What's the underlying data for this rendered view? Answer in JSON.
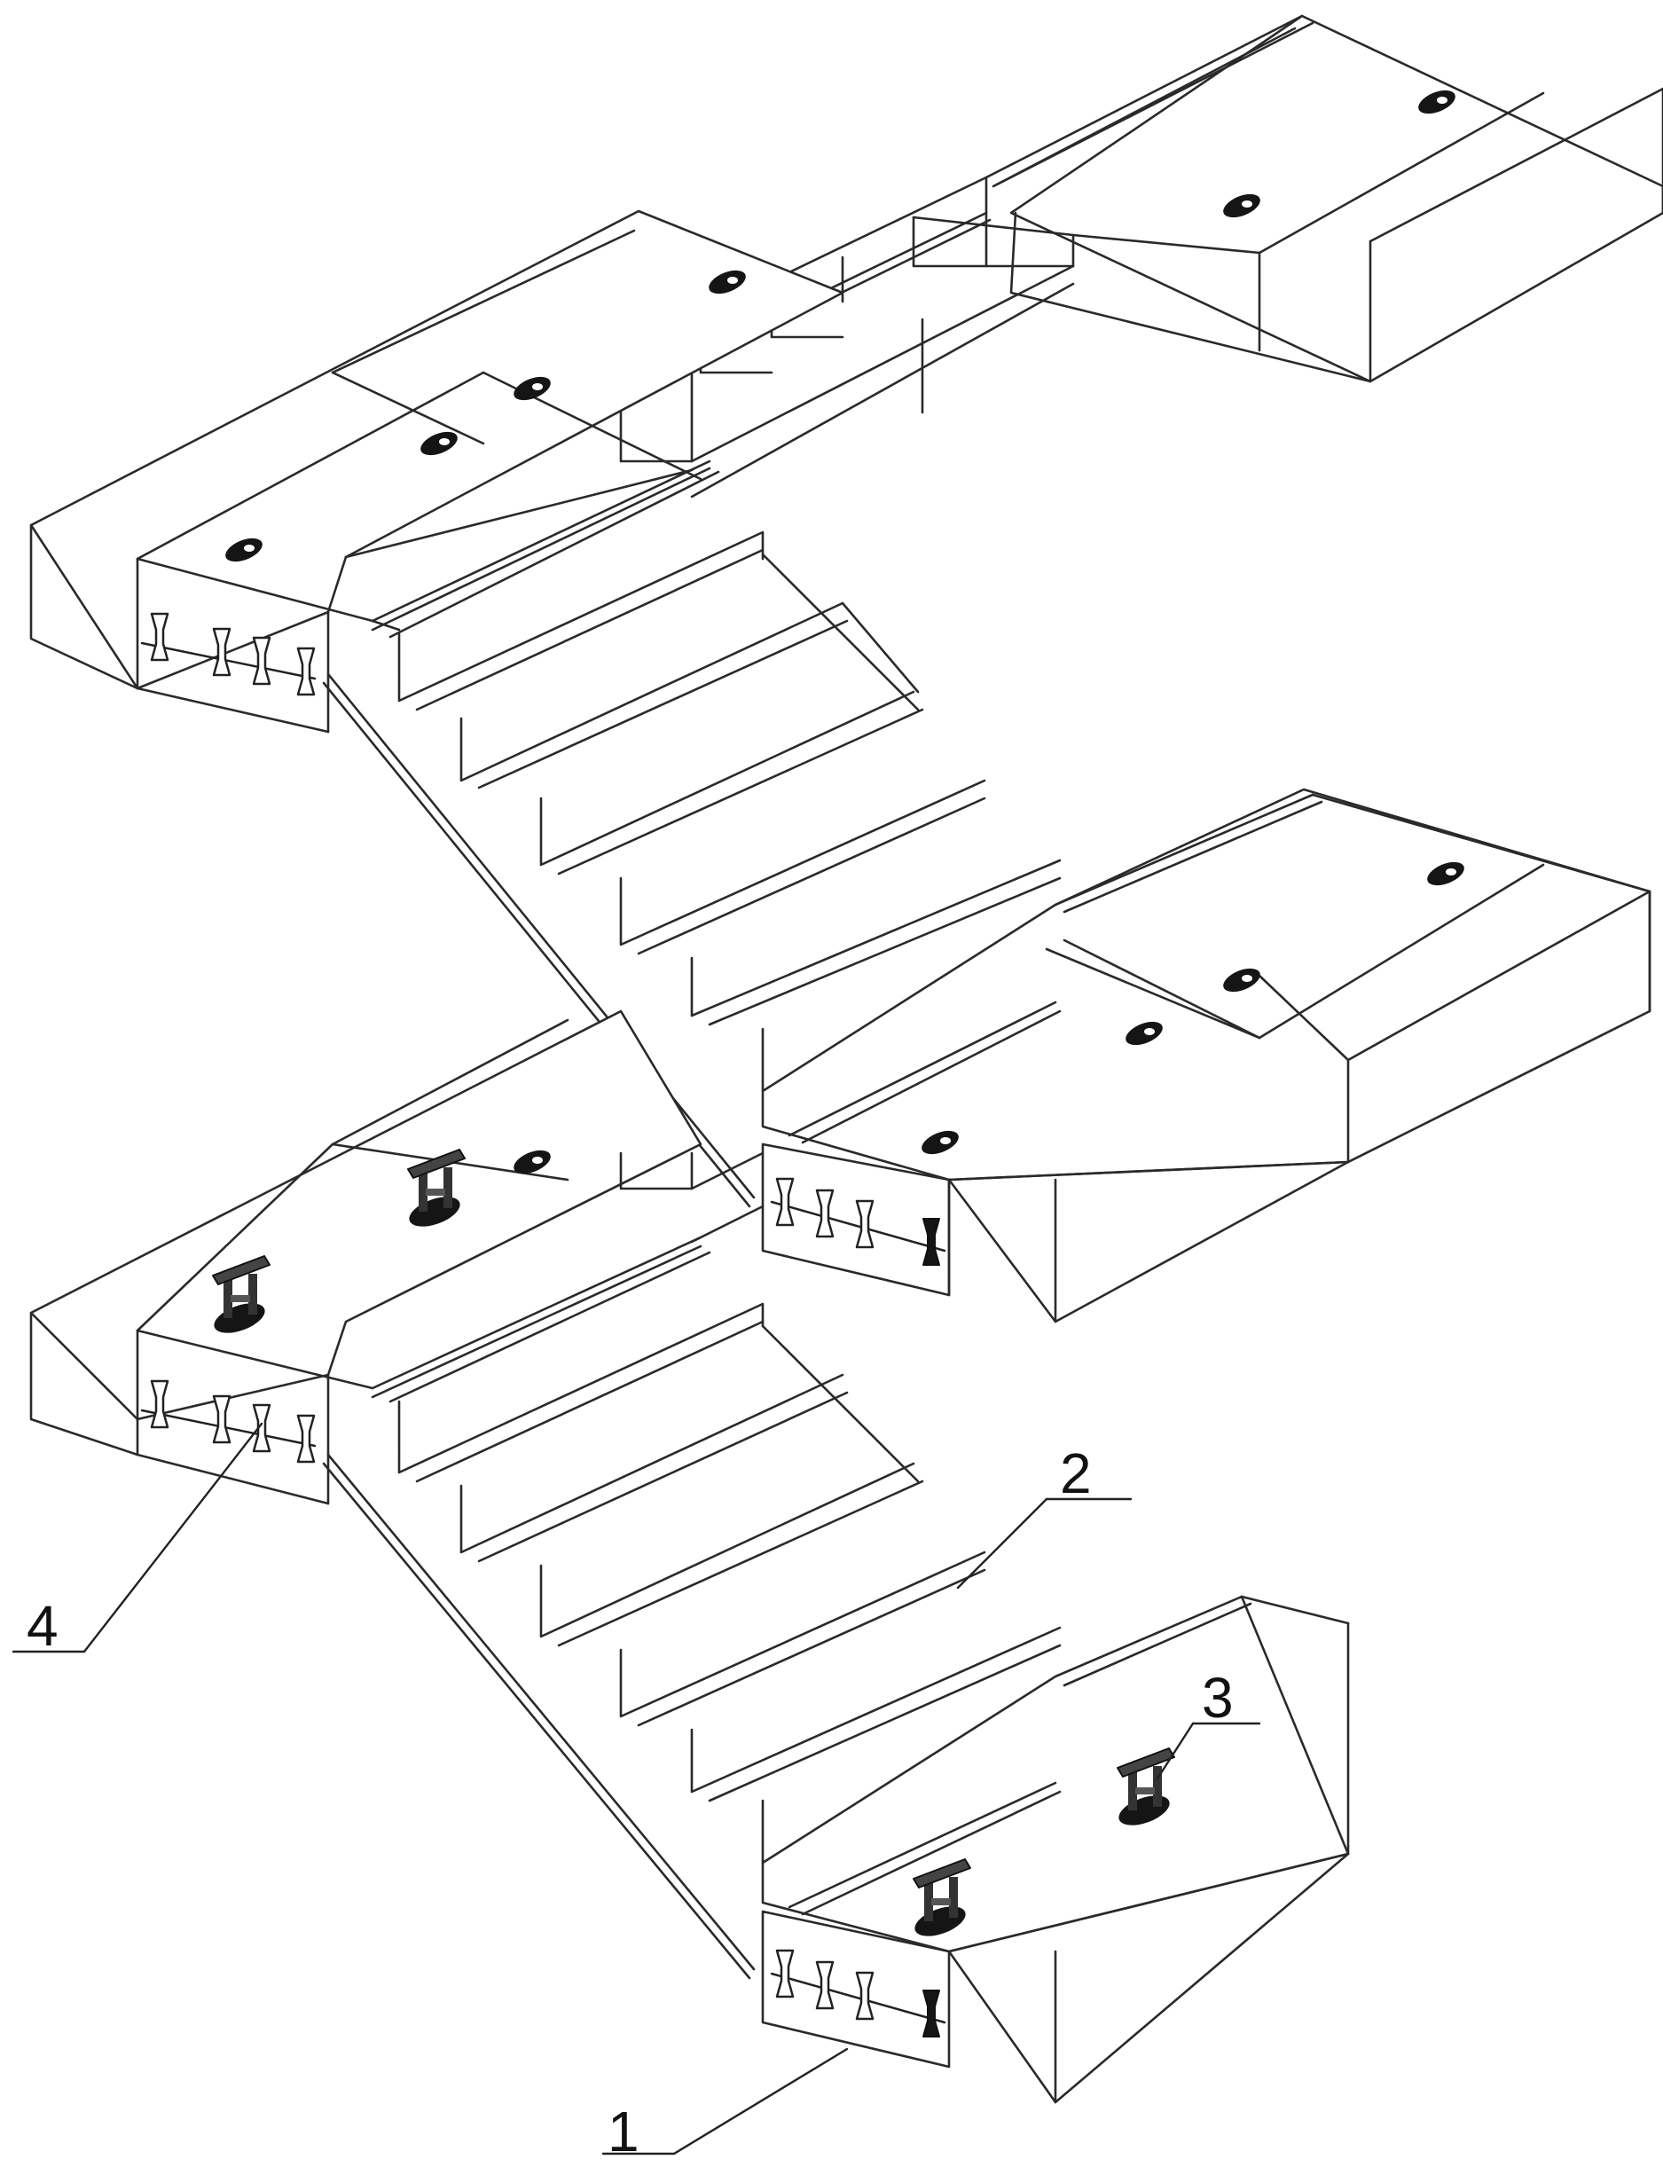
{
  "figure": {
    "callouts": [
      {
        "id": "1",
        "text": "1"
      },
      {
        "id": "2",
        "text": "2"
      },
      {
        "id": "3",
        "text": "3"
      },
      {
        "id": "4",
        "text": "4"
      }
    ],
    "colors": {
      "line": "#2a2a2a",
      "fill": "#ffffff",
      "dark": "#111111"
    }
  }
}
